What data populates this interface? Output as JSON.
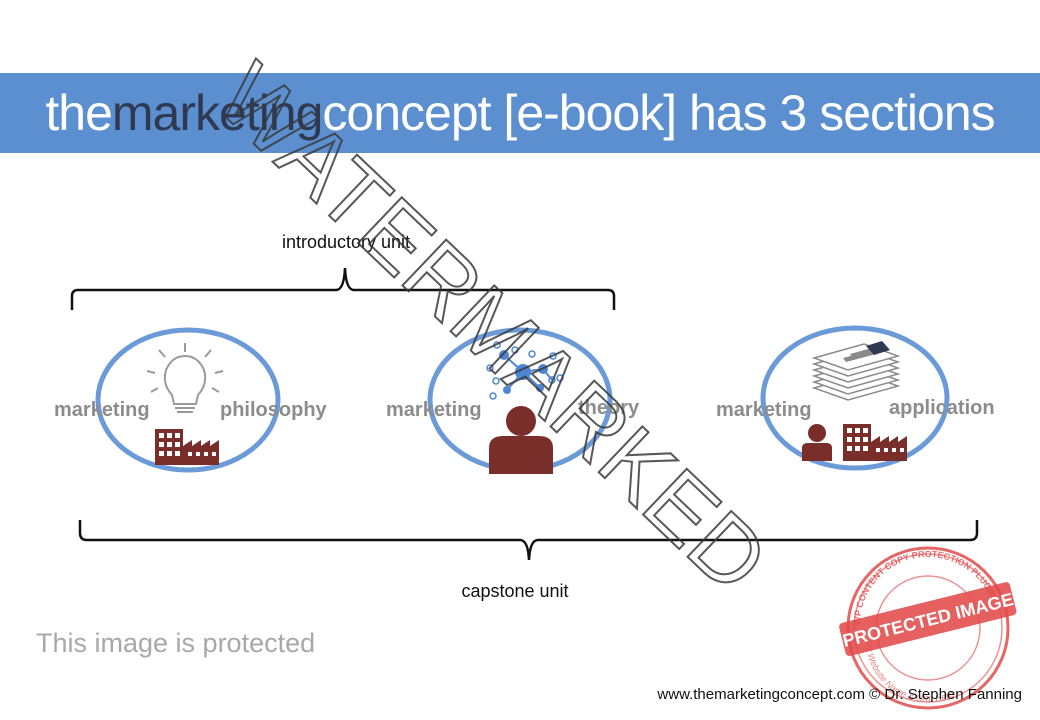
{
  "banner": {
    "title_part1": "the",
    "title_part2": "marketing",
    "title_part3": "concept [e-book] has 3 sections"
  },
  "units": {
    "introductory": "introductory unit",
    "capstone": "capstone unit"
  },
  "sections": [
    {
      "left": "marketing",
      "right": "philosophy"
    },
    {
      "left": "marketing",
      "right": "theory"
    },
    {
      "left": "marketing",
      "right": "application"
    }
  ],
  "watermark": {
    "diagonal": "WATERMARKED",
    "protected_note": "This image is protected",
    "stamp_text": "PROTECTED IMAGE",
    "stamp_ring_top": "WP CONTENT COPY PROTECTION PLUGIN",
    "stamp_ring_bottom": "My Website Name & URL Here"
  },
  "credit": "www.themarketingconcept.com © Dr. Stephen Fanning",
  "colors": {
    "banner": "#5b8fd0",
    "title_dark": "#2f3a52",
    "circle_stroke": "#6b9ad8",
    "icon_maroon": "#7a2e2a",
    "network_blue": "#4d86d6",
    "stamp_red": "#e24a4a"
  }
}
